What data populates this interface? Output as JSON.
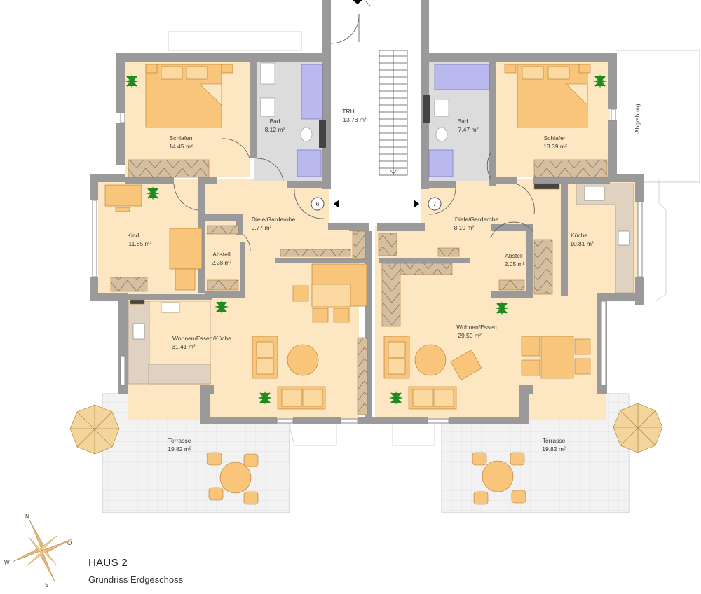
{
  "building": "HAUS 2",
  "subtitle": "Grundriss Erdgeschoss",
  "stairwell": {
    "name": "TRH",
    "area": "13.78 m²"
  },
  "units": [
    {
      "number": "6",
      "rooms": {
        "schlafen": {
          "name": "Schlafen",
          "area": "14.45 m²"
        },
        "bad": {
          "name": "Bad",
          "area": "8.12 m²"
        },
        "kind": {
          "name": "Kind",
          "area": "11.85 m²"
        },
        "abstell": {
          "name": "Abstell",
          "area": "2.28 m²"
        },
        "diele": {
          "name": "Diele/Garderobe",
          "area": "9.77 m²"
        },
        "wohnen": {
          "name": "Wohnen/Essen/Küche",
          "area": "31.41 m²"
        },
        "terrasse": {
          "name": "Terrasse",
          "area": "19.82 m²"
        }
      }
    },
    {
      "number": "7",
      "rooms": {
        "schlafen": {
          "name": "Schlafen",
          "area": "13.39 m²"
        },
        "bad": {
          "name": "Bad",
          "area": "7.47 m²"
        },
        "kueche": {
          "name": "Küche",
          "area": "10.81 m²"
        },
        "abstell": {
          "name": "Abstell",
          "area": "2.05 m²"
        },
        "diele": {
          "name": "Diele/Garderobe",
          "area": "8.19 m²"
        },
        "wohnen": {
          "name": "Wohnen/Essen",
          "area": "29.50 m²"
        },
        "terrasse": {
          "name": "Terrasse",
          "area": "19.82 m²"
        }
      }
    }
  ],
  "abgrabung": "Abgrabung",
  "compass": {
    "n": "N",
    "o": "O",
    "s": "S",
    "w": "W"
  },
  "colors": {
    "wall": "#9a9a9a",
    "floor": "#fde7c2",
    "bath": "#dcdcdc",
    "furniture": "#f8c57a",
    "tub": "#b9b9f0",
    "plant": "#1f8a1f"
  }
}
